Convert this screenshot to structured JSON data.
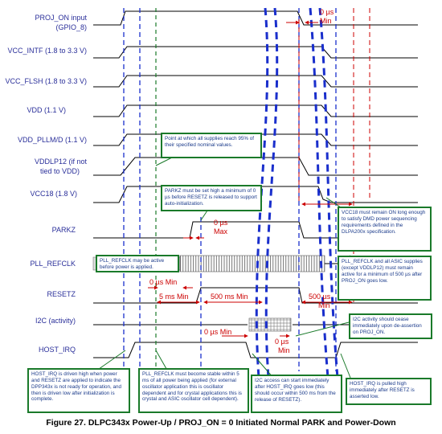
{
  "signals": [
    {
      "label": "PROJ_ON input"
    },
    {
      "label": "(GPIO_8)"
    },
    {
      "label": "VCC_INTF (1.8 to 3.3 V)"
    },
    {
      "label": "VCC_FLSH (1.8 to 3.3 V)"
    },
    {
      "label": "VDD (1.1 V)"
    },
    {
      "label": "VDD_PLLM/D (1.1 V)"
    },
    {
      "label": "VDDLP12 (if not"
    },
    {
      "label": "tied to VDD)"
    },
    {
      "label": "VCC18 (1.8 V)"
    },
    {
      "label": "PARKZ"
    },
    {
      "label": "PLL_REFCLK"
    },
    {
      "label": "RESETZ"
    },
    {
      "label": "I2C (activity)"
    },
    {
      "label": "HOST_IRQ"
    }
  ],
  "timings": {
    "t_proj_on": "0 µs",
    "t_proj_on_min": "Min",
    "t_parkz": "0 µs",
    "t_parkz_max": "Max",
    "t_refclk_reset": "0 µs Min",
    "t_5ms": "5 ms Min",
    "t_500ms": "500 ms Min",
    "t_500us_top": "500 µs",
    "t_500us_min": "Min",
    "t_i2c": "0 µs Min",
    "t_i2c_off": "0 µs",
    "t_i2c_off_min": "Min"
  },
  "notes": {
    "supplies_95": "Point at which all supplies reach 95% of their specified nominal values.",
    "parkz_high": "PARKZ must be set high a minimum of 0 µs before RESETZ is released to support auto-initialization.",
    "vcc18_on": "VCC18 must remain ON long enough to satisfy DMD power sequencing requirements defined in the DLPA200x specification.",
    "refclk_active": "PLL_REFCLK may be active before power is applied.",
    "refclk_asic": "PLL_REFCLK and all ASIC supplies (except VDDLP12) must remain active for a minimum of 500 µs after PROJ_ON goes low.",
    "i2c_cease": "I2C activity should cease immediately upon de-assertion on PROJ_ON.",
    "host_irq_high": "HOST_IRQ is driven high when power and RESETZ are applied to indicate the DPP343x is not ready for operation, and then is driven low after initialization is complete.",
    "refclk_stable": "PLL_REFCLK must become stable within 5 ms of all power being applied (for external oscillator application this is oscillator dependent and for crystal applications this is crystal and ASIC oscillator cell dependent).",
    "i2c_access": "I2C access can start immediately after HOST_IRQ goes low (this should occur within 500 ms from the release of RESETZ).",
    "host_irq_pulled": "HOST_IRQ is pulled high immediately after RESETZ is asserted low."
  },
  "caption": "Figure 27.  DLPC343x Power-Up / PROJ_ON = 0 Initiated Normal PARK and Power-Down"
}
